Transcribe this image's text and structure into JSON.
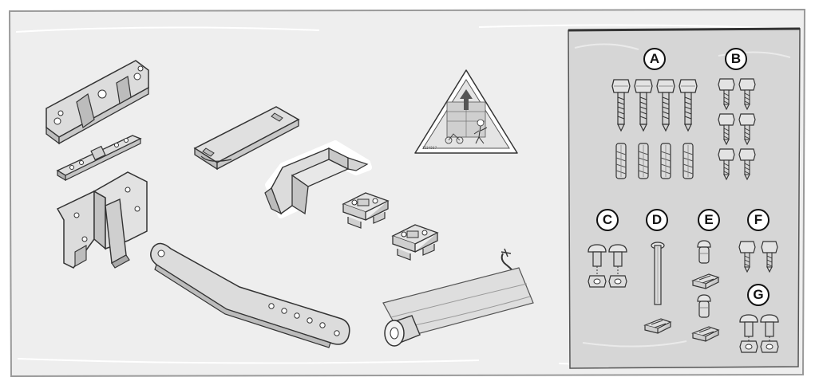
{
  "figure": {
    "colors": {
      "background": "#ffffff",
      "bag": "#eeeeee",
      "bag_outline": "#9a9a9a",
      "small_parts_pouch": "#d6d6d6",
      "metal_part": "#d9d9d9",
      "metal_edge": "#3a3a3a",
      "callout_fill": "#ffffff",
      "callout_stroke": "#111111"
    },
    "warning_sticker": {
      "icon": "child-safety-warning-triangle-icon",
      "code": "1234567"
    },
    "callouts": [
      {
        "letter": "A"
      },
      {
        "letter": "B"
      },
      {
        "letter": "C"
      },
      {
        "letter": "D"
      },
      {
        "letter": "E"
      },
      {
        "letter": "F"
      },
      {
        "letter": "G"
      }
    ]
  }
}
